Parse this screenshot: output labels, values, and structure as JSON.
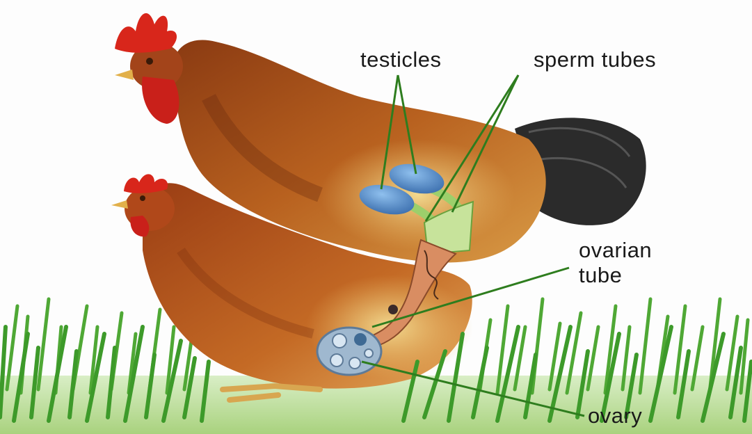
{
  "diagram": {
    "labels": {
      "testicles": "testicles",
      "sperm_tubes": "sperm tubes",
      "ovarian_tube_line1": "ovarian",
      "ovarian_tube_line2": "tube",
      "ovary": "ovary"
    },
    "colors": {
      "leader_line": "#2e7d1e",
      "testicle": "#4f87c6",
      "ovary": "#a8c0d8",
      "grass": "#3d9a2a"
    }
  }
}
